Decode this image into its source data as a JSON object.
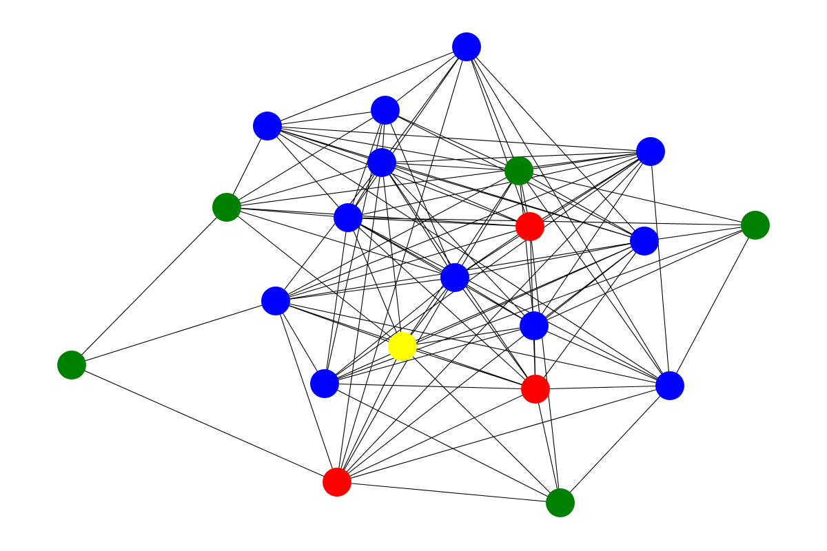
{
  "graph": {
    "directed": false,
    "node_color_legend": {
      "blue": "#0000ff",
      "red": "#ff0000",
      "green": "#008000",
      "yellow": "#ffff00"
    },
    "nodes": [
      {
        "id": "n0",
        "color": "#0000ff"
      },
      {
        "id": "n1",
        "color": "#0000ff"
      },
      {
        "id": "n2",
        "color": "#0000ff"
      },
      {
        "id": "n3",
        "color": "#0000ff"
      },
      {
        "id": "n4",
        "color": "#0000ff"
      },
      {
        "id": "n5",
        "color": "#0000ff"
      },
      {
        "id": "n6",
        "color": "#0000ff"
      },
      {
        "id": "n7",
        "color": "#0000ff"
      },
      {
        "id": "n8",
        "color": "#0000ff"
      },
      {
        "id": "n9",
        "color": "#0000ff"
      },
      {
        "id": "n10",
        "color": "#0000ff"
      },
      {
        "id": "n11",
        "color": "#0000ff"
      },
      {
        "id": "n12",
        "color": "#ff0000"
      },
      {
        "id": "n13",
        "color": "#ff0000"
      },
      {
        "id": "n14",
        "color": "#ff0000"
      },
      {
        "id": "n15",
        "color": "#008000"
      },
      {
        "id": "n16",
        "color": "#008000"
      },
      {
        "id": "n17",
        "color": "#008000"
      },
      {
        "id": "n18",
        "color": "#008000"
      },
      {
        "id": "n19",
        "color": "#008000"
      },
      {
        "id": "n20",
        "color": "#ffff00"
      }
    ],
    "edges": [
      [
        "n0",
        "n1"
      ],
      [
        "n0",
        "n2"
      ],
      [
        "n0",
        "n3"
      ],
      [
        "n0",
        "n16"
      ],
      [
        "n0",
        "n14"
      ],
      [
        "n0",
        "n5"
      ],
      [
        "n0",
        "n6"
      ],
      [
        "n0",
        "n11"
      ],
      [
        "n0",
        "n12"
      ],
      [
        "n1",
        "n2"
      ],
      [
        "n1",
        "n3"
      ],
      [
        "n1",
        "n15"
      ],
      [
        "n1",
        "n7"
      ],
      [
        "n1",
        "n16"
      ],
      [
        "n1",
        "n10"
      ],
      [
        "n1",
        "n5"
      ],
      [
        "n1",
        "n6"
      ],
      [
        "n2",
        "n3"
      ],
      [
        "n2",
        "n4"
      ],
      [
        "n2",
        "n15"
      ],
      [
        "n2",
        "n14"
      ],
      [
        "n2",
        "n6"
      ],
      [
        "n2",
        "n16"
      ],
      [
        "n2",
        "n5"
      ],
      [
        "n2",
        "n11"
      ],
      [
        "n3",
        "n4"
      ],
      [
        "n3",
        "n14"
      ],
      [
        "n3",
        "n5"
      ],
      [
        "n3",
        "n20"
      ],
      [
        "n3",
        "n6"
      ],
      [
        "n3",
        "n9"
      ],
      [
        "n3",
        "n7"
      ],
      [
        "n3",
        "n16"
      ],
      [
        "n3",
        "n13"
      ],
      [
        "n3",
        "n8"
      ],
      [
        "n3",
        "n12"
      ],
      [
        "n4",
        "n15"
      ],
      [
        "n4",
        "n7"
      ],
      [
        "n4",
        "n16"
      ],
      [
        "n4",
        "n5"
      ],
      [
        "n4",
        "n10"
      ],
      [
        "n4",
        "n8"
      ],
      [
        "n4",
        "n14"
      ],
      [
        "n4",
        "n9"
      ],
      [
        "n4",
        "n11"
      ],
      [
        "n4",
        "n12"
      ],
      [
        "n15",
        "n3"
      ],
      [
        "n15",
        "n14"
      ],
      [
        "n15",
        "n5"
      ],
      [
        "n15",
        "n7"
      ],
      [
        "n15",
        "n20"
      ],
      [
        "n16",
        "n6"
      ],
      [
        "n16",
        "n14"
      ],
      [
        "n16",
        "n7"
      ],
      [
        "n16",
        "n17"
      ],
      [
        "n16",
        "n11"
      ],
      [
        "n16",
        "n20"
      ],
      [
        "n16",
        "n9"
      ],
      [
        "n16",
        "n8"
      ],
      [
        "n14",
        "n5"
      ],
      [
        "n14",
        "n7"
      ],
      [
        "n14",
        "n13"
      ],
      [
        "n14",
        "n19"
      ],
      [
        "n14",
        "n8"
      ],
      [
        "n6",
        "n13"
      ],
      [
        "n6",
        "n7"
      ],
      [
        "n6",
        "n9"
      ],
      [
        "n6",
        "n12"
      ],
      [
        "n6",
        "n17"
      ],
      [
        "n6",
        "n10"
      ],
      [
        "n6",
        "n20"
      ],
      [
        "n6",
        "n8"
      ],
      [
        "n5",
        "n7"
      ],
      [
        "n5",
        "n9"
      ],
      [
        "n5",
        "n20"
      ],
      [
        "n5",
        "n17"
      ],
      [
        "n5",
        "n13"
      ],
      [
        "n5",
        "n10"
      ],
      [
        "n5",
        "n11"
      ],
      [
        "n7",
        "n8"
      ],
      [
        "n7",
        "n20"
      ],
      [
        "n7",
        "n13"
      ],
      [
        "n7",
        "n9"
      ],
      [
        "n7",
        "n10"
      ],
      [
        "n7",
        "n12"
      ],
      [
        "n9",
        "n20"
      ],
      [
        "n9",
        "n10"
      ],
      [
        "n9",
        "n13"
      ],
      [
        "n9",
        "n11"
      ],
      [
        "n17",
        "n11"
      ],
      [
        "n17",
        "n10"
      ],
      [
        "n17",
        "n9"
      ],
      [
        "n20",
        "n8"
      ],
      [
        "n20",
        "n13"
      ],
      [
        "n20",
        "n12"
      ],
      [
        "n20",
        "n19"
      ],
      [
        "n10",
        "n8"
      ],
      [
        "n10",
        "n13"
      ],
      [
        "n10",
        "n19"
      ],
      [
        "n8",
        "n13"
      ],
      [
        "n8",
        "n18"
      ],
      [
        "n8",
        "n12"
      ],
      [
        "n8",
        "n11"
      ],
      [
        "n13",
        "n19"
      ],
      [
        "n13",
        "n12"
      ],
      [
        "n13",
        "n11"
      ],
      [
        "n18",
        "n12"
      ],
      [
        "n18",
        "n15"
      ],
      [
        "n12",
        "n11"
      ],
      [
        "n12",
        "n19"
      ],
      [
        "n11",
        "n19"
      ]
    ]
  }
}
